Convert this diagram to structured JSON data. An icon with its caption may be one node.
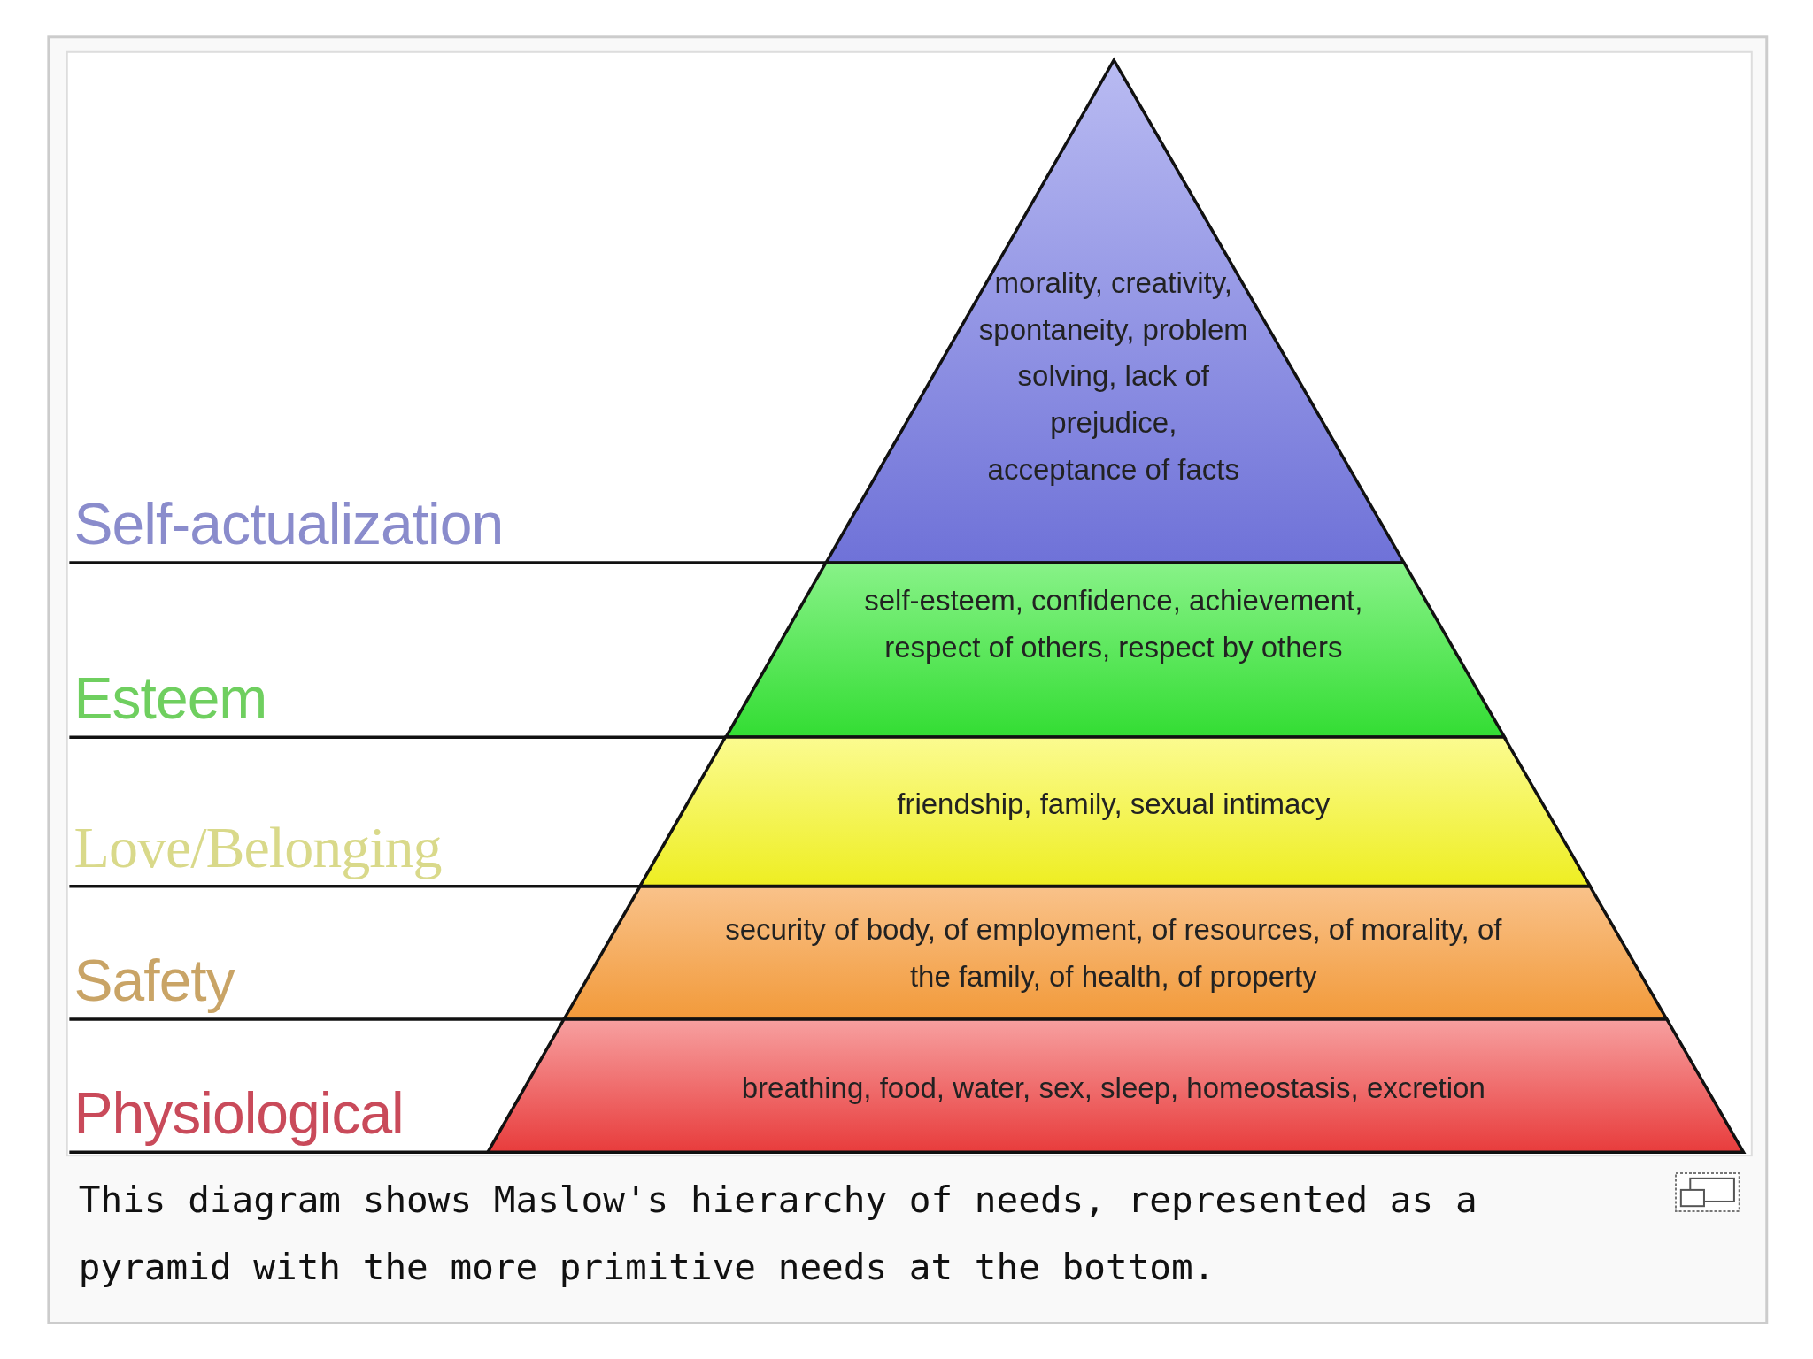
{
  "diagram": {
    "caption": "This diagram shows Maslow's hierarchy of needs, represented as a pyramid with the more primitive needs at the bottom.",
    "nodes": [
      {
        "text": [
          "morality, creativity, spontaneity, problem solving, lack of prejudice, acceptance of facts"
        ]
      },
      {
        "text": [
          "self-esteem, confidence, achievement, respect of others, respect by others"
        ]
      },
      {
        "text": [
          "friendship, family, sexual intimacy"
        ]
      },
      {
        "text": [
          "security of body, of employment, of resources, of morality, of the family, of health, of property"
        ]
      },
      {
        "text": [
          "breathing, food, water, sex, sleep, homeostasis, excretion"
        ]
      }
    ],
    "edges": [],
    "labels": [
      "Self-actualization",
      "Esteem",
      "Love/Belonging",
      "Safety",
      "Physiological"
    ]
  }
}
